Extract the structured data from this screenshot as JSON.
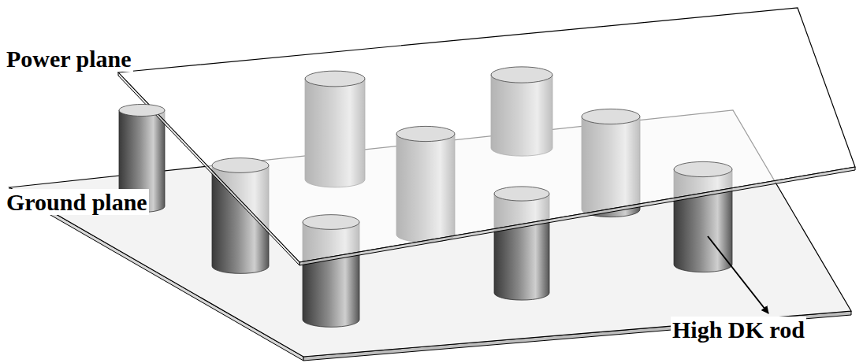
{
  "diagram": {
    "labels": [
      "Power plane",
      "Ground plane",
      "High DK rod"
    ]
  }
}
